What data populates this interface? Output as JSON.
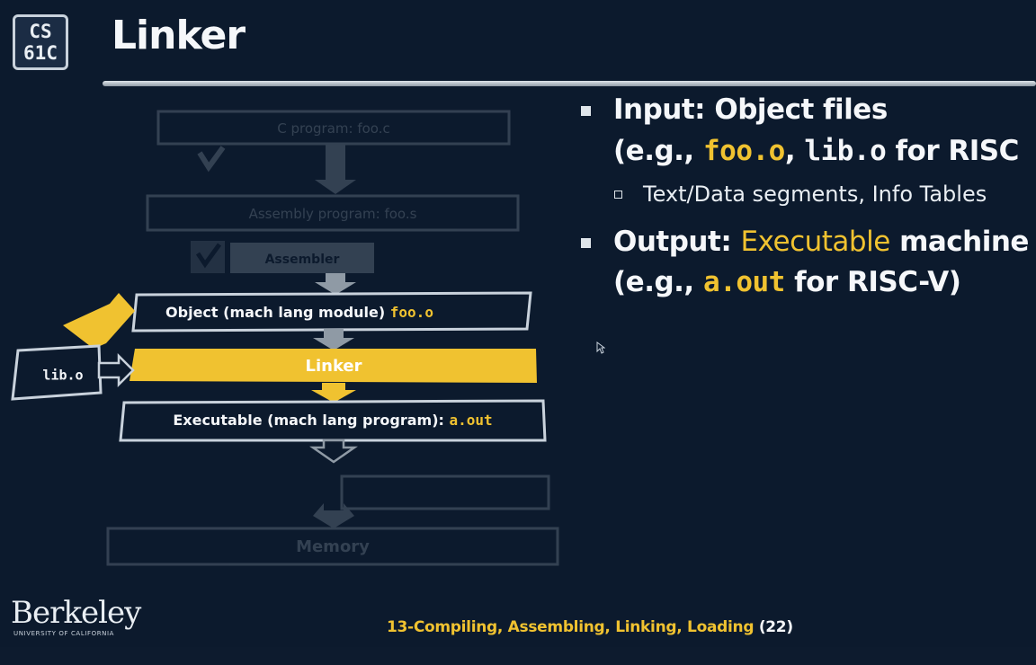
{
  "logo": {
    "line1": "CS",
    "line2": "61C"
  },
  "title": "Linker",
  "diagram": {
    "faded_1": "C program: foo.c",
    "faded_2": "Assembly program: foo.s",
    "faded_3": "Assembler",
    "faded_4": "Memory",
    "object_label": "Object (mach lang module) ",
    "object_file": "foo.o",
    "linker": "Linker",
    "executable_label": "Executable (mach lang program): ",
    "executable_file": "a.out",
    "lib_file": "lib.o"
  },
  "bullets": {
    "b1_line1": "Input: Object files",
    "b1_pre": "(e.g., ",
    "b1_file1": "foo.o",
    "b1_comma": ", ",
    "b1_file2": "lib.o",
    "b1_post": " for RISC",
    "b1_sub": "Text/Data segments, Info Tables",
    "b2_pre": "Output: ",
    "b2_yellow": "Executable",
    "b2_post": " machine c",
    "b2_line2_pre": "(e.g., ",
    "b2_file": "a.out",
    "b2_line2_post": " for RISC-V)"
  },
  "footer": {
    "university": "Berkeley",
    "university_sub": "UNIVERSITY OF CALIFORNIA",
    "course": "13-Compiling, Assembling, Linking, Loading ",
    "page": "(22)"
  },
  "colors": {
    "accent": "#f0c230",
    "background": "#0c1a2d",
    "text": "#f5f7fa"
  }
}
